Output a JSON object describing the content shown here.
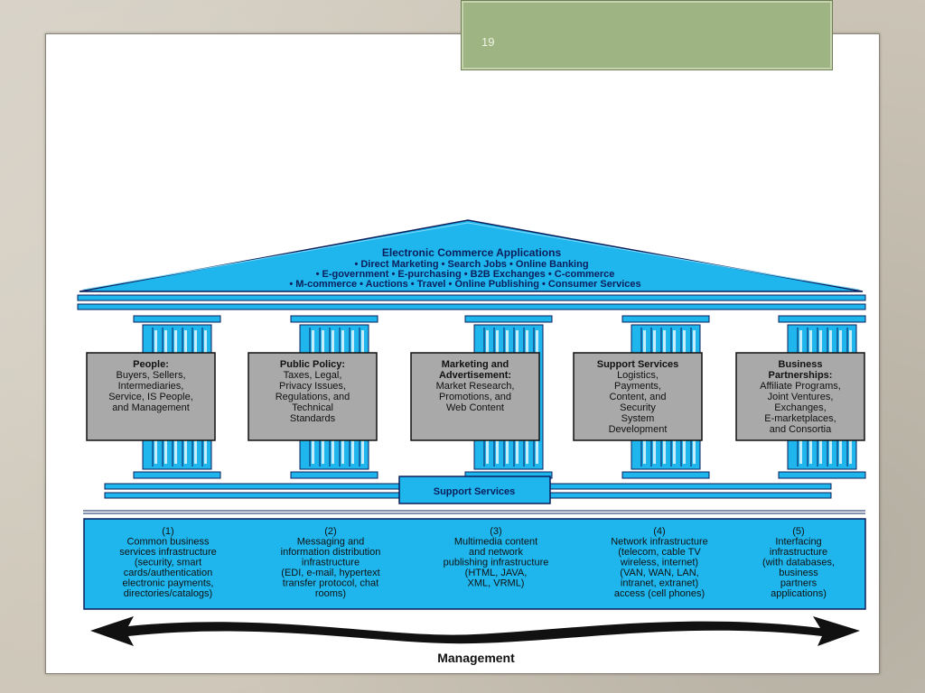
{
  "slide": {
    "number": "19"
  },
  "roof": {
    "title": "Electronic Commerce Applications",
    "lines": [
      "• Direct Marketing • Search Jobs • Online Banking",
      "• E-government • E-purchasing • B2B Exchanges • C-commerce",
      "• M-commerce • Auctions • Travel • Online Publishing • Consumer Services"
    ]
  },
  "pillars": [
    {
      "title": [
        "People:"
      ],
      "body": [
        "Buyers, Sellers,",
        "Intermediaries,",
        "Service, IS People,",
        "and Management"
      ]
    },
    {
      "title": [
        "Public Policy:"
      ],
      "body": [
        "Taxes, Legal,",
        "Privacy Issues,",
        "Regulations, and",
        "Technical",
        "Standards"
      ]
    },
    {
      "title": [
        "Marketing and",
        "Advertisement:"
      ],
      "body": [
        "Market Research,",
        "Promotions, and",
        "Web Content"
      ]
    },
    {
      "title": [
        "Support Services"
      ],
      "body": [
        "Logistics,",
        "Payments,",
        "Content, and",
        "Security",
        "System",
        "Development"
      ]
    },
    {
      "title": [
        "Business",
        "Partnerships:"
      ],
      "body": [
        "Affiliate Programs,",
        "Joint Ventures,",
        "Exchanges,",
        "E-marketplaces,",
        "and Consortia"
      ]
    }
  ],
  "base_label": "Support Services",
  "infrastructure": [
    {
      "num": "(1)",
      "lines": [
        "Common business",
        "services infrastructure",
        "(security, smart",
        "cards/authentication",
        "electronic payments,",
        "directories/catalogs)"
      ]
    },
    {
      "num": "(2)",
      "lines": [
        "Messaging and",
        "information distribution",
        "infrastructure",
        "(EDI, e-mail, hypertext",
        "transfer protocol, chat",
        "rooms)"
      ]
    },
    {
      "num": "(3)",
      "lines": [
        "Multimedia content",
        "and network",
        "publishing infrastructure",
        "(HTML, JAVA,",
        "XML, VRML)"
      ]
    },
    {
      "num": "(4)",
      "lines": [
        "Network infrastructure",
        "(telecom, cable TV",
        "wireless, internet)",
        "(VAN, WAN, LAN,",
        "intranet, extranet)",
        "access (cell phones)"
      ]
    },
    {
      "num": "(5)",
      "lines": [
        "Interfacing",
        "infrastructure",
        "(with databases,",
        "business",
        "partners",
        "applications)"
      ]
    }
  ],
  "management_label": "Management",
  "colors": {
    "cyan": "#1fb6ee",
    "gray": "#a9a9a9",
    "navy": "#0b1f5c"
  }
}
